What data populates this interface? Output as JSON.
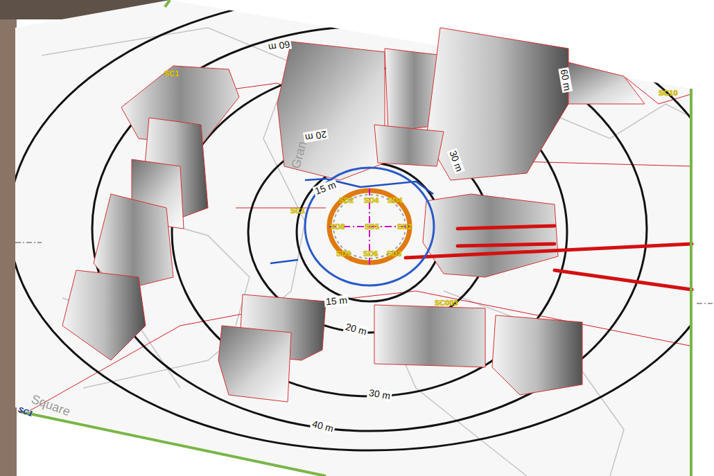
{
  "diagram": {
    "labels": [
      "SC1",
      "60 m",
      "60 m",
      "SC10",
      "Gran",
      "20 m",
      "30 m",
      "15 m",
      "SD2",
      "SD4",
      "SD4",
      "SC1",
      "SD8",
      "SD5",
      "SD2",
      "SD9",
      "SD6",
      "SD3",
      "SC003",
      "15 m",
      "20 m",
      "30 m",
      "40 m",
      "Square",
      "SC1"
    ]
  }
}
